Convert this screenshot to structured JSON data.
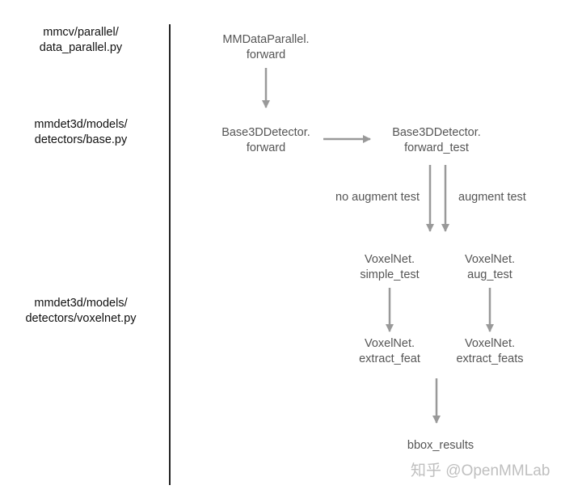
{
  "files": {
    "mmcv": [
      "mmcv/parallel/",
      "data_parallel.py"
    ],
    "base": [
      "mmdet3d/models/",
      "detectors/base.py"
    ],
    "voxelnet": [
      "mmdet3d/models/",
      "detectors/voxelnet.py"
    ]
  },
  "nodes": {
    "mmdataparallel_forward": [
      "MMDataParallel.",
      "forward"
    ],
    "base3d_forward": [
      "Base3DDetector.",
      "forward"
    ],
    "base3d_forward_test": [
      "Base3DDetector.",
      "forward_test"
    ],
    "voxelnet_simple_test": [
      "VoxelNet.",
      "simple_test"
    ],
    "voxelnet_aug_test": [
      "VoxelNet.",
      "aug_test"
    ],
    "voxelnet_extract_feat": [
      "VoxelNet.",
      "extract_feat"
    ],
    "voxelnet_extract_feats": [
      "VoxelNet.",
      "extract_feats"
    ],
    "bbox_results": "bbox_results"
  },
  "edges": {
    "no_augment_test": "no augment test",
    "augment_test": "augment test"
  },
  "colors": {
    "arrow": "#999999",
    "node_text": "#555555",
    "file_text": "#111111"
  },
  "watermark": "知乎 @OpenMMLab"
}
